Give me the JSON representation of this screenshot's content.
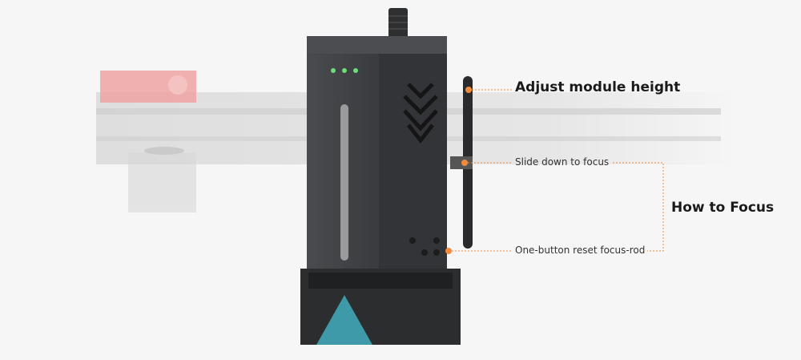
{
  "annotations": {
    "adjust_height": "Adjust module height",
    "slide_down": "Slide down to focus",
    "reset_button": "One-button reset focus-rod",
    "how_to_focus": "How to Focus"
  },
  "colors": {
    "background": "#f6f6f6",
    "accent": "#f08a3c",
    "module_body": "#3a3b3d",
    "teal": "#3e9aa8",
    "led": "#6be07a",
    "red_block": "#f0a0a0"
  }
}
